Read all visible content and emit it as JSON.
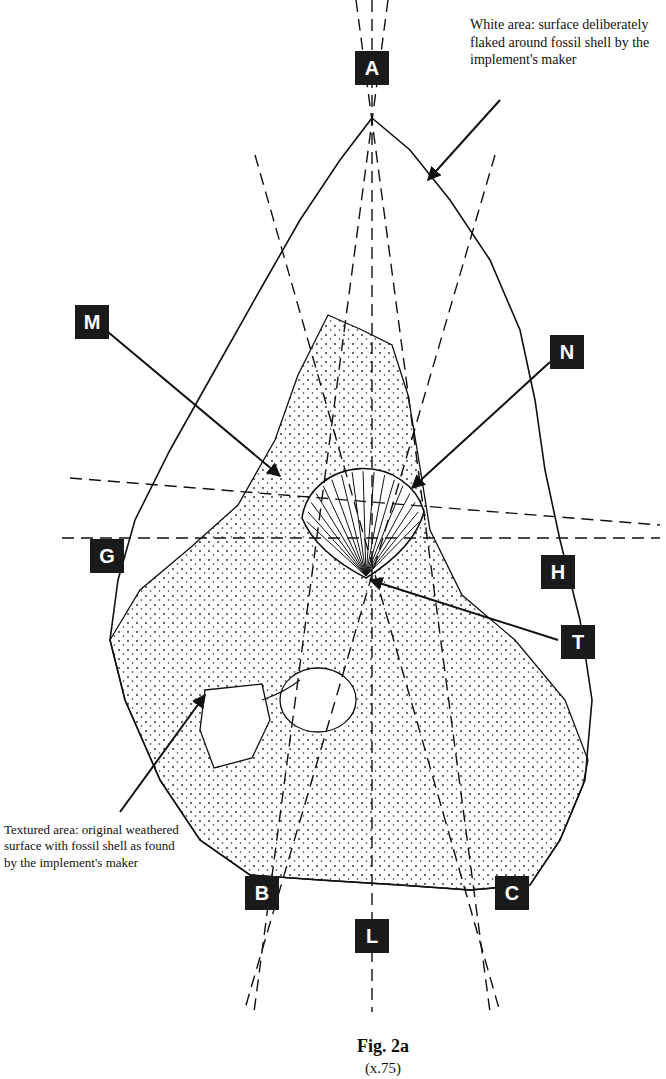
{
  "diagram": {
    "caption": "Fig. 2a",
    "nodes": [
      {
        "text": [
          "A"
        ]
      },
      {
        "text": [
          "M"
        ]
      },
      {
        "text": [
          "N"
        ]
      },
      {
        "text": [
          "G"
        ]
      },
      {
        "text": [
          "H"
        ]
      },
      {
        "text": [
          "T"
        ]
      },
      {
        "text": [
          "B"
        ]
      },
      {
        "text": [
          "C"
        ]
      },
      {
        "text": [
          "L"
        ]
      }
    ],
    "labels": [
      "White area: surface deliberately flaked around fossil shell by the implement's maker",
      "Textured area: original weathered surface with fossil shell as found by the implement's maker",
      "(x.75)"
    ]
  }
}
